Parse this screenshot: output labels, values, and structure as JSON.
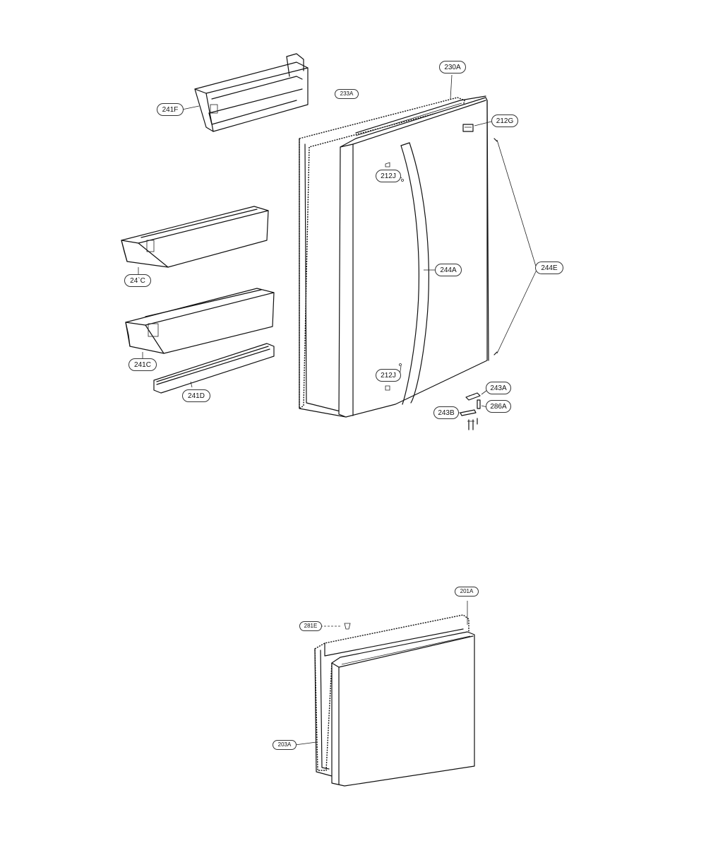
{
  "callouts": {
    "p241F": "241F",
    "p233A": "233A",
    "p230A": "230A",
    "p212G": "212G",
    "p212J_top": "212J",
    "p244A": "244A",
    "p244E": "244E",
    "p241C_top": "24`C",
    "p241C_bottom": "241C",
    "p241D": "241D",
    "p212J_bottom": "212J",
    "p243A": "243A",
    "p286A": "286A",
    "p243B": "243B",
    "p201A": "201A",
    "p281E": "281E",
    "p203A": "203A"
  }
}
